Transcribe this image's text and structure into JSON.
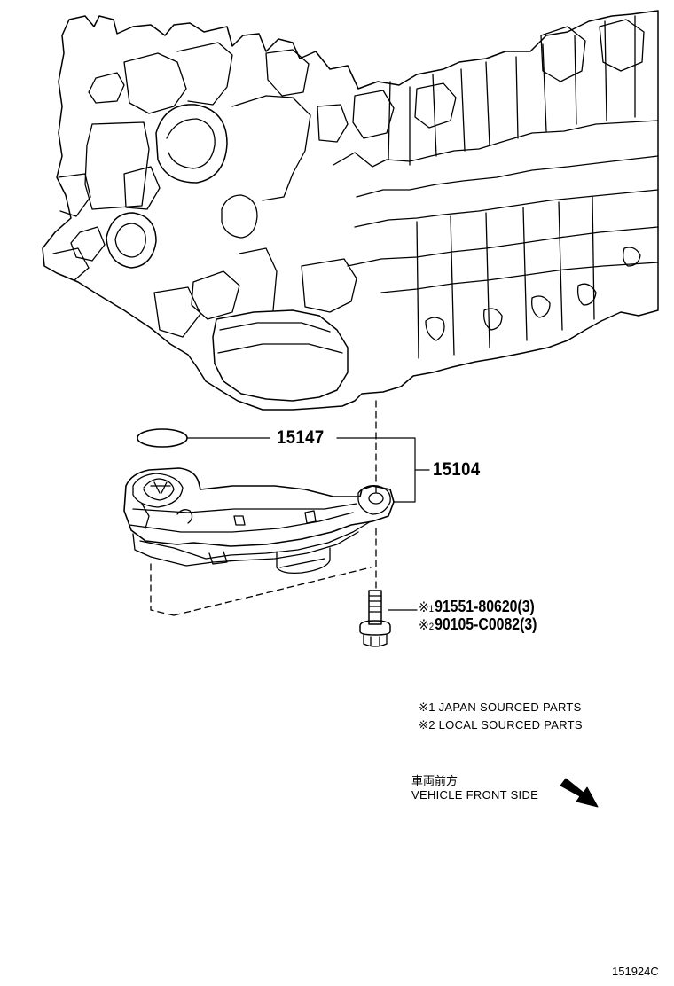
{
  "callouts": {
    "oring": "15147",
    "assembly": "15104",
    "bolt_line1": {
      "mark": "※",
      "sub": "1",
      "number": "91551-80620(3)"
    },
    "bolt_line2": {
      "mark": "※",
      "sub": "2",
      "number": "90105-C0082(3)"
    }
  },
  "notes": {
    "note1": "※1 JAPAN SOURCED PARTS",
    "note2": "※2 LOCAL SOURCED PARTS"
  },
  "direction": {
    "label_jp": "車両前方",
    "label_en": "VEHICLE FRONT SIDE"
  },
  "figure_id": "151924C"
}
